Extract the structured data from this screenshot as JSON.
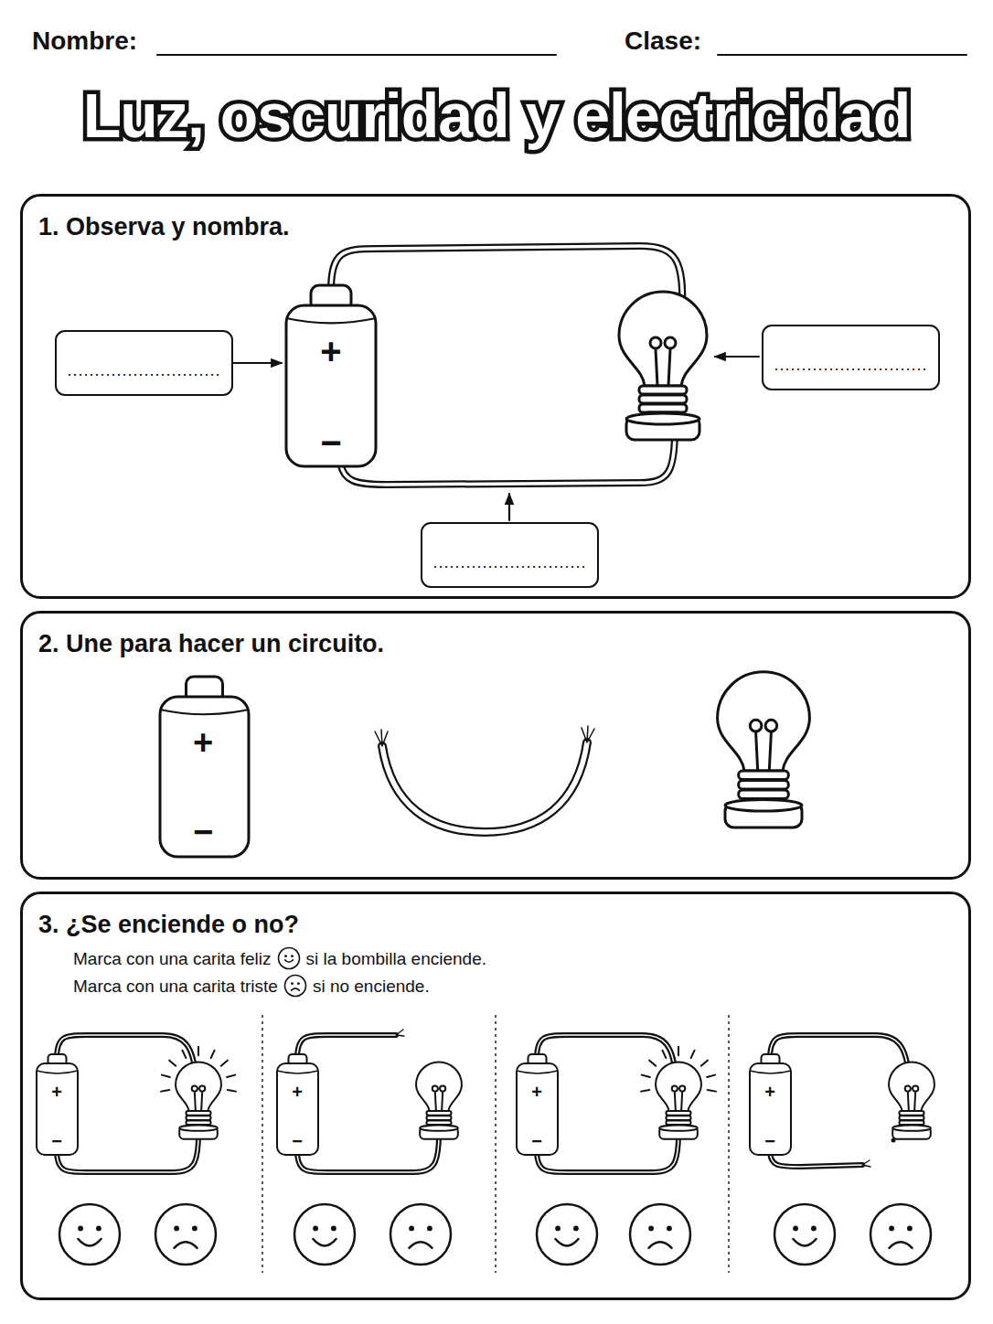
{
  "diagram": {
    "title": "Luz, oscuridad y electricidad",
    "nodes": [
      {
        "text": [
          "1. Observa y nombra."
        ]
      },
      {
        "text": [
          "............................"
        ],
        "in": 0
      },
      {
        "text": [
          "............................"
        ],
        "in": 0
      },
      {
        "text": [
          "............................"
        ],
        "in": 0
      },
      {
        "text": [
          "2. Une para hacer un circuito."
        ]
      },
      {
        "text": [
          "3. ¿Se enciende o no?",
          "Marca con una carita feliz",
          "si la bombilla enciende.",
          "Marca con una carita triste",
          "si no enciende."
        ]
      }
    ],
    "labels": [
      "Nombre:",
      "Clase:",
      "+",
      "−",
      "+",
      "−",
      "+",
      "−",
      "+",
      "−",
      "+",
      "−",
      "+",
      "−"
    ]
  }
}
